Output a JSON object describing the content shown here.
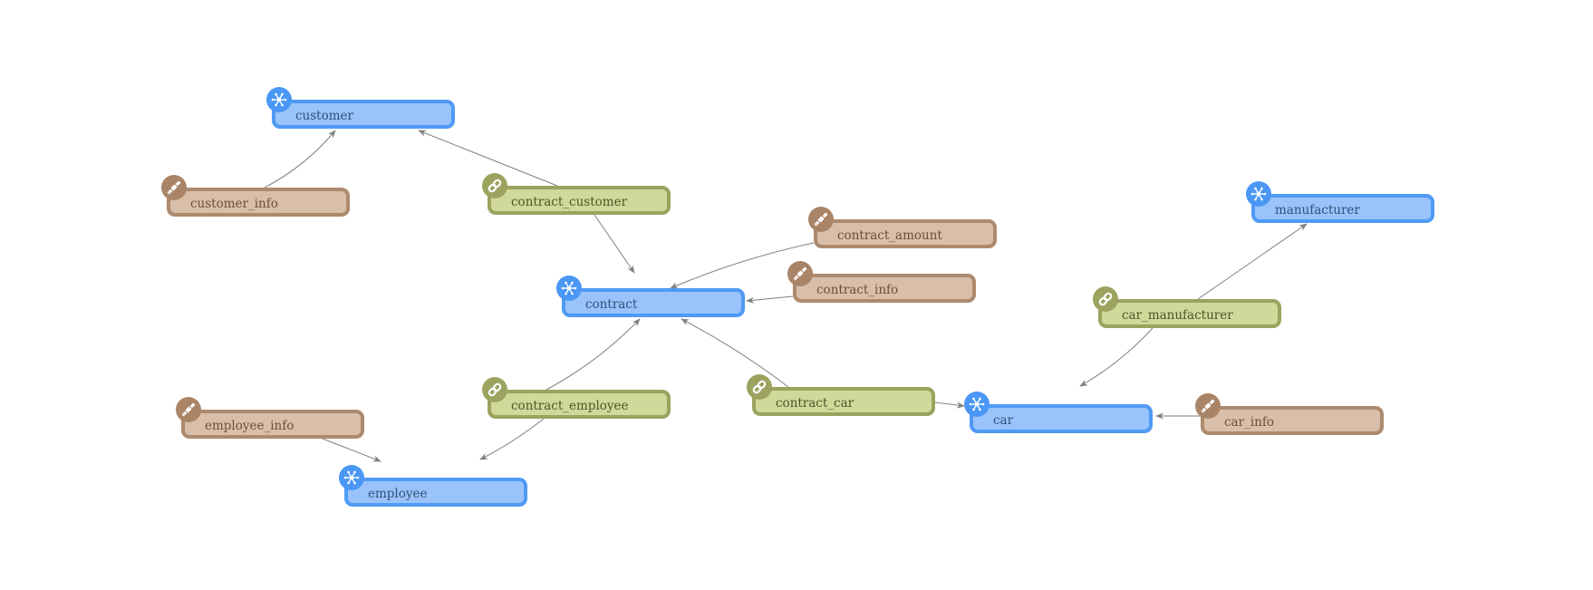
{
  "diagram": {
    "colors": {
      "entity_fill": "#99c3fa",
      "entity_border": "#4f9af5",
      "attr_fill": "#d9bfa9",
      "attr_border": "#ad8a6e",
      "link_fill": "#d0d99a",
      "link_border": "#9ba35f",
      "edge": "#7f7f7f"
    },
    "nodes": [
      {
        "id": "customer",
        "label": "customer",
        "type": "entity",
        "icon": "hub-icon"
      },
      {
        "id": "customer_info",
        "label": "customer_info",
        "type": "attr",
        "icon": "satellite-icon"
      },
      {
        "id": "contract_customer",
        "label": "contract_customer",
        "type": "link",
        "icon": "link-icon"
      },
      {
        "id": "contract_amount",
        "label": "contract_amount",
        "type": "attr",
        "icon": "satellite-icon"
      },
      {
        "id": "contract_info",
        "label": "contract_info",
        "type": "attr",
        "icon": "satellite-icon"
      },
      {
        "id": "contract",
        "label": "contract",
        "type": "entity",
        "icon": "hub-icon"
      },
      {
        "id": "manufacturer",
        "label": "manufacturer",
        "type": "entity",
        "icon": "hub-icon"
      },
      {
        "id": "car_manufacturer",
        "label": "car_manufacturer",
        "type": "link",
        "icon": "link-icon"
      },
      {
        "id": "contract_employee",
        "label": "contract_employee",
        "type": "link",
        "icon": "link-icon"
      },
      {
        "id": "contract_car",
        "label": "contract_car",
        "type": "link",
        "icon": "link-icon"
      },
      {
        "id": "car",
        "label": "car",
        "type": "entity",
        "icon": "hub-icon"
      },
      {
        "id": "car_info",
        "label": "car_info",
        "type": "attr",
        "icon": "satellite-icon"
      },
      {
        "id": "employee_info",
        "label": "employee_info",
        "type": "attr",
        "icon": "satellite-icon"
      },
      {
        "id": "employee",
        "label": "employee",
        "type": "entity",
        "icon": "hub-icon"
      }
    ],
    "edges": [
      {
        "from": "customer_info",
        "to": "customer"
      },
      {
        "from": "contract_customer",
        "to": "customer"
      },
      {
        "from": "contract_customer",
        "to": "contract"
      },
      {
        "from": "contract_amount",
        "to": "contract"
      },
      {
        "from": "contract_info",
        "to": "contract"
      },
      {
        "from": "contract_employee",
        "to": "contract"
      },
      {
        "from": "contract_car",
        "to": "contract"
      },
      {
        "from": "contract_employee",
        "to": "employee"
      },
      {
        "from": "employee_info",
        "to": "employee"
      },
      {
        "from": "contract_car",
        "to": "car"
      },
      {
        "from": "car_info",
        "to": "car"
      },
      {
        "from": "car_manufacturer",
        "to": "car"
      },
      {
        "from": "car_manufacturer",
        "to": "manufacturer"
      }
    ]
  }
}
